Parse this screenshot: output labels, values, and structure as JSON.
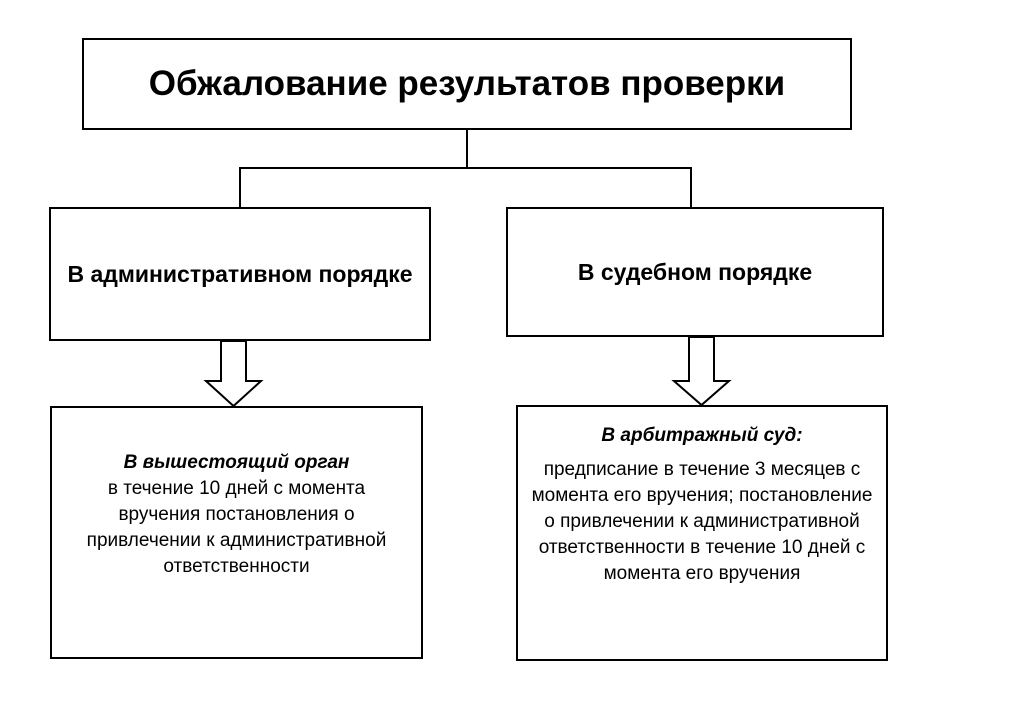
{
  "title": "Обжалование результатов проверки",
  "branches": [
    {
      "label": "В административном порядке",
      "detail_heading": "В вышестоящий орган",
      "detail_text": "в течение 10 дней с момента вручения постановления о привлечении к административной ответственности"
    },
    {
      "label": "В судебном порядке",
      "detail_heading": "В арбитражный суд:",
      "detail_text": "предписание в течение 3 месяцев с момента его вручения; постановление о привлечении к административной ответственности в течение 10 дней с момента его вручения"
    }
  ],
  "connectors": [
    {
      "from": "title",
      "to": "branches.0"
    },
    {
      "from": "title",
      "to": "branches.1"
    },
    {
      "from": "branches.0",
      "to": "branches.0.detail",
      "style": "hollow-arrow"
    },
    {
      "from": "branches.1",
      "to": "branches.1.detail",
      "style": "hollow-arrow"
    }
  ]
}
